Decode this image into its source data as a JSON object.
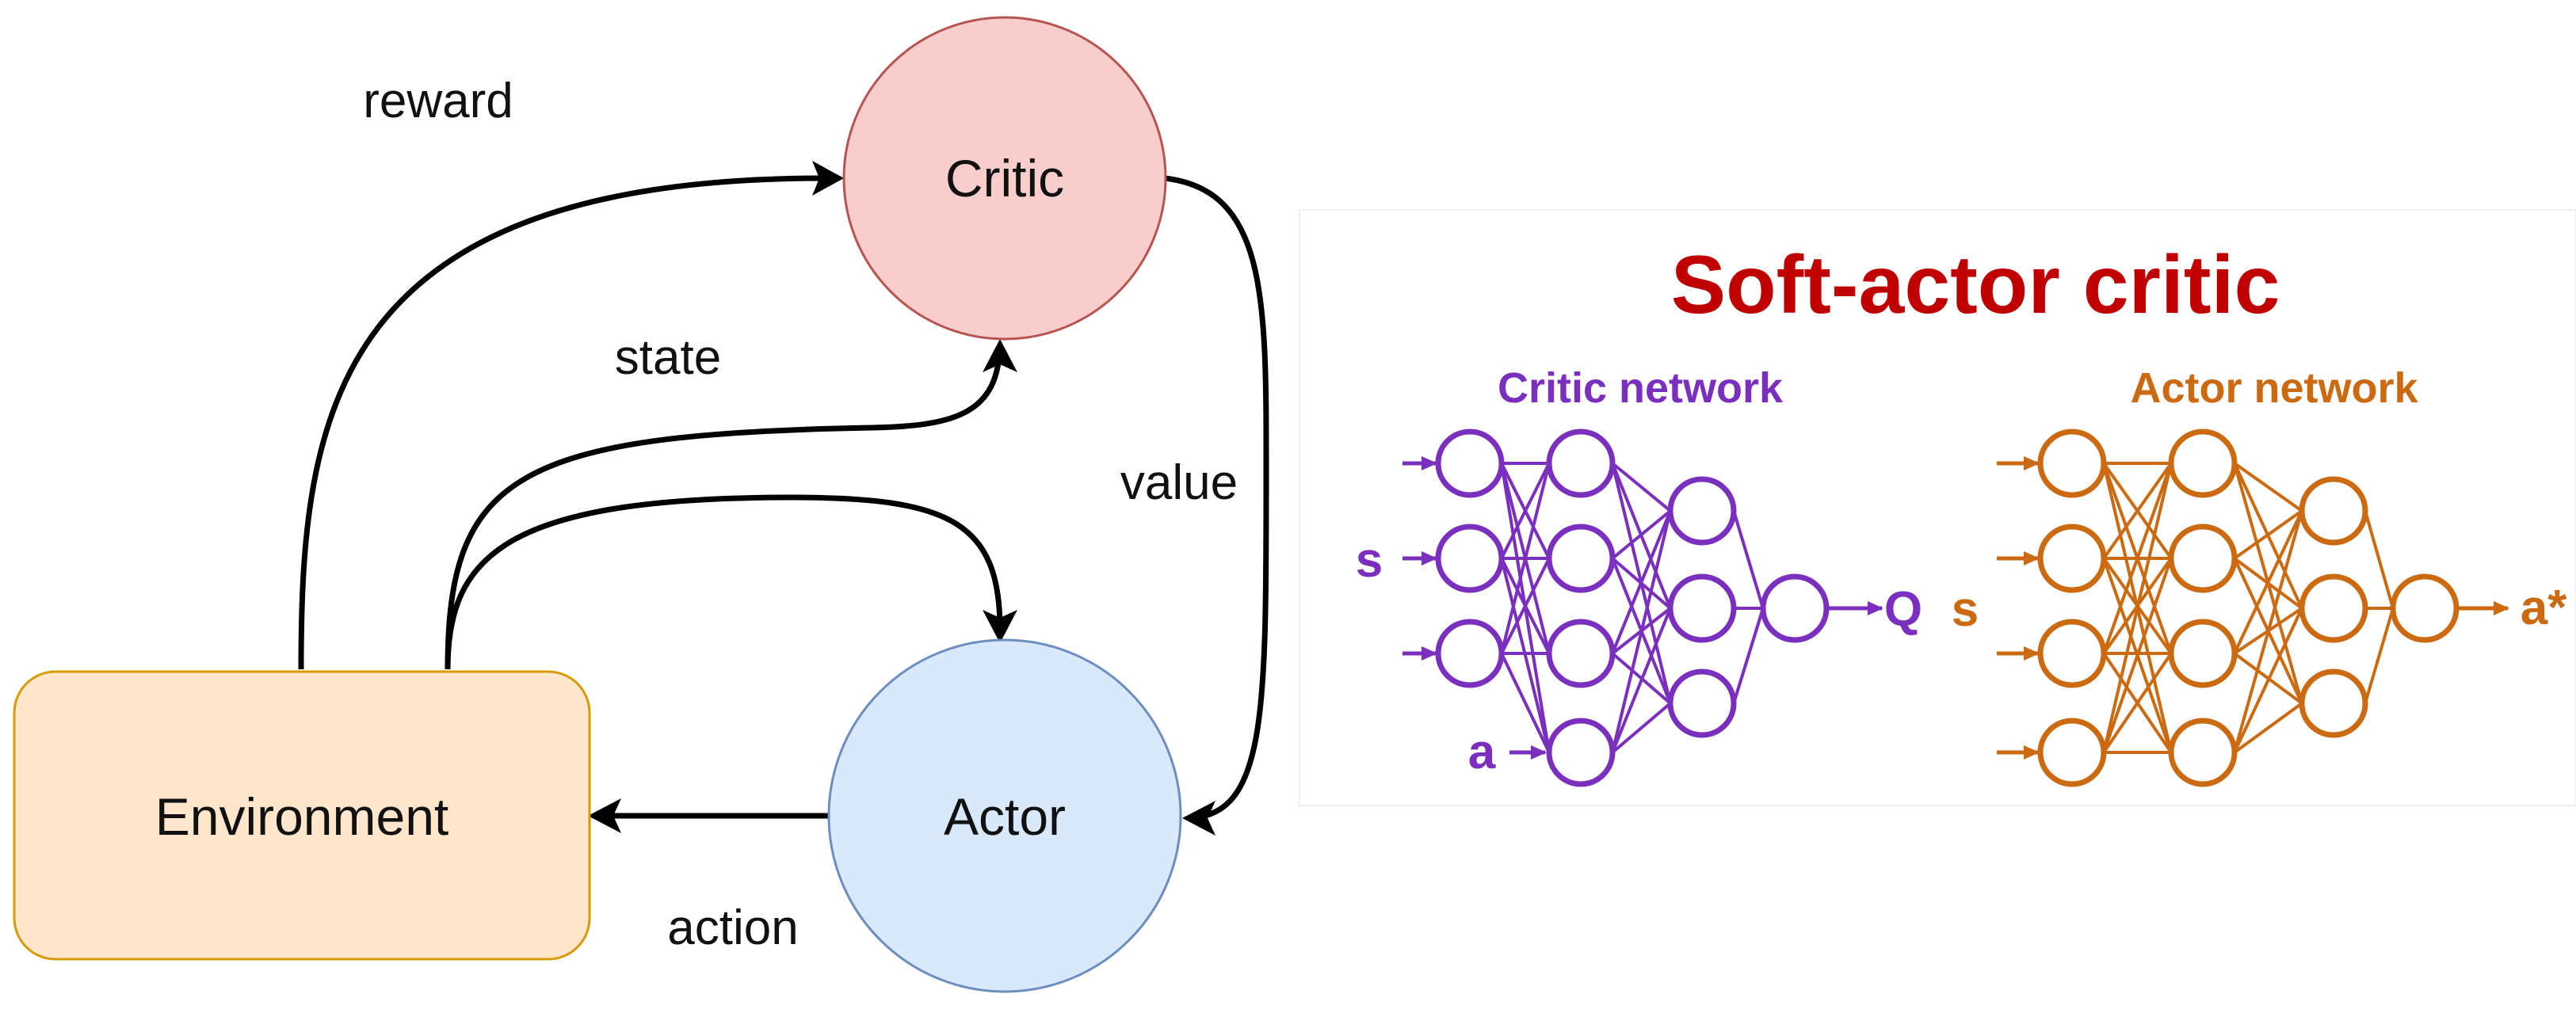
{
  "colors": {
    "critic_fill": "#f8cecc",
    "critic_stroke": "#b85450",
    "actor_fill": "#dae8fc",
    "actor_stroke": "#6c8ebf",
    "env_fill": "#ffe6cc",
    "env_stroke": "#d79b00",
    "title": "#c00000",
    "critic_net": "#7b2fbe",
    "actor_net": "#cc6a12"
  },
  "nodes": {
    "critic": "Critic",
    "actor": "Actor",
    "environment": "Environment"
  },
  "edges": {
    "reward": "reward",
    "state": "state",
    "value": "value",
    "action": "action"
  },
  "sac": {
    "title": "Soft-actor critic",
    "critic_net": {
      "title": "Critic network",
      "in_s": "s",
      "in_a": "a",
      "out": "Q"
    },
    "actor_net": {
      "title": "Actor network",
      "in_s": "s",
      "out": "a*"
    }
  }
}
